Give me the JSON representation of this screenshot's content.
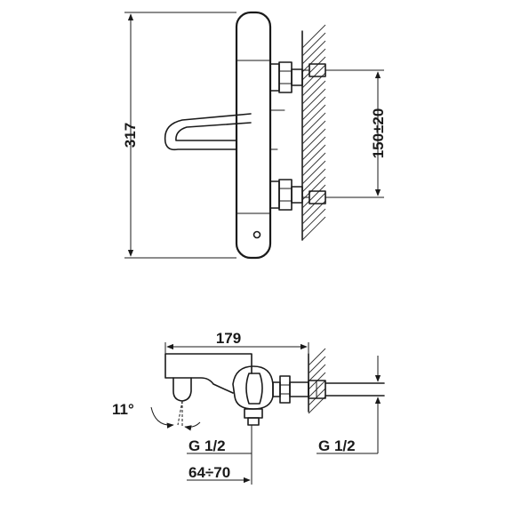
{
  "drawing": {
    "front_view": {
      "total_height": "317",
      "inlet_spacing": "150±20"
    },
    "side_view": {
      "projection": "179",
      "spout_angle": "11°",
      "outlet_thread": "G 1/2",
      "inlet_thread": "G 1/2",
      "outlet_offset": "64÷70"
    }
  }
}
